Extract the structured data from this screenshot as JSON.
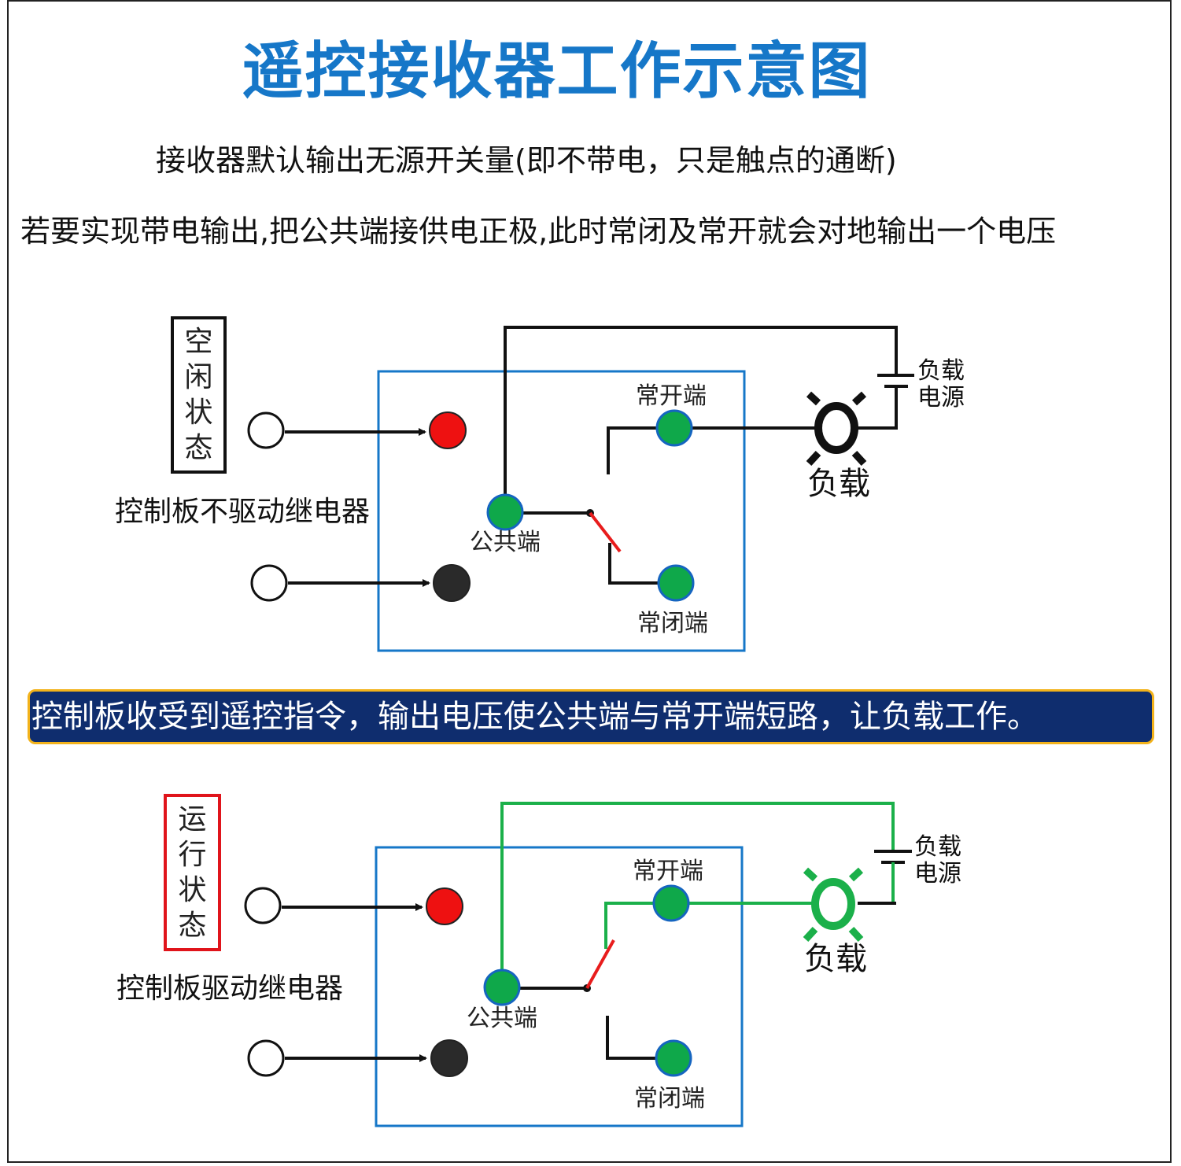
{
  "title": "遥控接收器工作示意图",
  "notes": {
    "line1": "接收器默认输出无源开关量(即不带电，只是触点的通断)",
    "line2": "若要实现带电输出,把公共端接供电正极,此时常闭及常开就会对地输出一个电压"
  },
  "idle_state": {
    "label_chars": [
      "空",
      "闲",
      "状",
      "态"
    ],
    "control_label": "控制板不驱动继电器",
    "terminals": {
      "normally_open": "常开端",
      "common": "公共端",
      "normally_closed": "常闭端"
    },
    "load_supply": [
      "负载",
      "电源"
    ],
    "load": "负载"
  },
  "banner": "控制板收受到遥控指令，输出电压使公共端与常开端短路，让负载工作。",
  "running_state": {
    "label_chars": [
      "运",
      "行",
      "状",
      "态"
    ],
    "control_label": "控制板驱动继电器",
    "terminals": {
      "normally_open": "常开端",
      "common": "公共端",
      "normally_closed": "常闭端"
    },
    "load_supply": [
      "负载",
      "电源"
    ],
    "load": "负载"
  },
  "colors": {
    "title": "#1677c8",
    "relay_box": "#1677c8",
    "terminal_fill": "#0fa84a",
    "terminal_stroke": "#1565c0",
    "indicator_on": "#ee1111",
    "indicator_off": "#2a2a2a",
    "active_wire": "#1bb04a",
    "switch_blade": "#e81c1c",
    "banner_bg": "#0f2d6e",
    "banner_border": "#f2b21b",
    "running_box_border": "#e0141b"
  }
}
